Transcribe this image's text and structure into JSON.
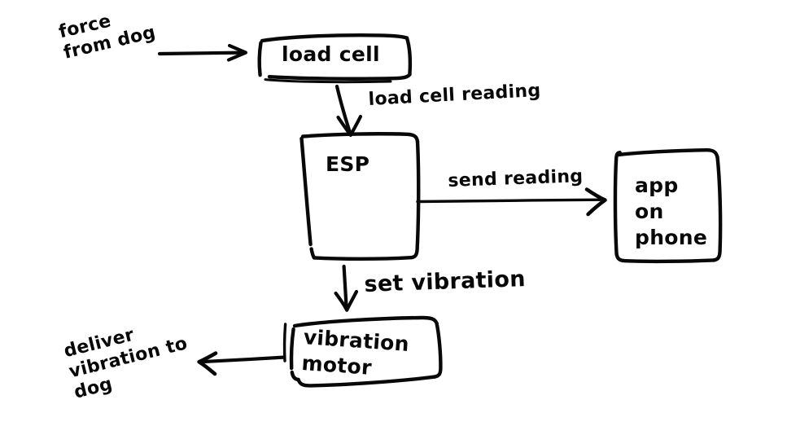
{
  "diagram": {
    "title": "force from dog to vibration feedback flow",
    "ink_color": "#080808",
    "background_color": "#ffffff",
    "nodes": [
      {
        "id": "load_cell",
        "label": "load cell",
        "shape": "rectangle"
      },
      {
        "id": "esp",
        "label": "ESP",
        "shape": "rectangle"
      },
      {
        "id": "app_on_phone",
        "label": "app\non\nphone",
        "shape": "rectangle"
      },
      {
        "id": "vibration_motor",
        "label": "vibration\nmotor",
        "shape": "rectangle"
      }
    ],
    "edges": [
      {
        "id": "e_force",
        "label": "force\nfrom dog",
        "from": "external_dog",
        "to": "load_cell",
        "direction": "right"
      },
      {
        "id": "e_reading",
        "label": "load cell reading",
        "from": "load_cell",
        "to": "esp",
        "direction": "down"
      },
      {
        "id": "e_send",
        "label": "send reading",
        "from": "esp",
        "to": "app_on_phone",
        "direction": "right"
      },
      {
        "id": "e_setvib",
        "label": "set vibration",
        "from": "esp",
        "to": "vibration_motor",
        "direction": "down"
      },
      {
        "id": "e_deliver",
        "label": "deliver\nvibration to\ndog",
        "from": "vibration_motor",
        "to": "external_dog",
        "direction": "left"
      }
    ],
    "labels": {
      "force_from_dog": "force\nfrom dog",
      "load_cell": "load cell",
      "load_cell_reading": "load cell reading",
      "esp": "ESP",
      "send_reading": "send reading",
      "app_on_phone": "app\non\nphone",
      "set_vibration": "set vibration",
      "vibration_motor": "vibration\nmotor",
      "deliver_vibration_to_dog": "deliver\nvibration to\ndog"
    }
  }
}
